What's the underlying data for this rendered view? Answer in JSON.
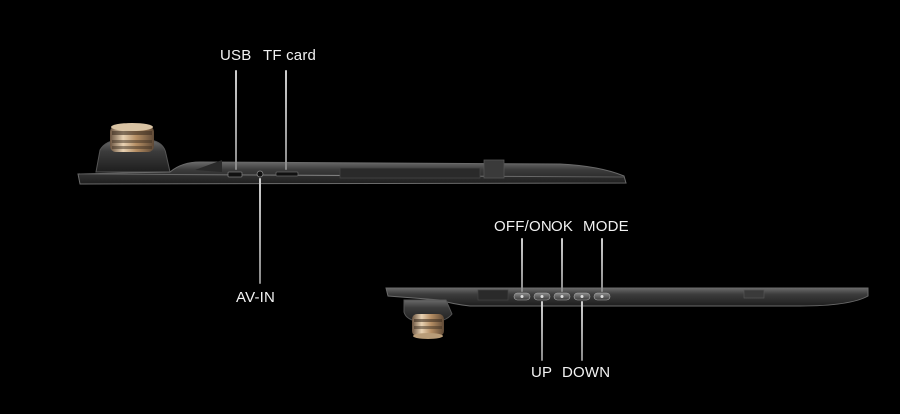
{
  "labels": {
    "usb": "USB",
    "tf_card": "TF card",
    "av_in": "AV-IN",
    "off_on": "OFF/ON",
    "ok": "OK",
    "mode": "MODE",
    "up": "UP",
    "down": "DOWN"
  },
  "colors": {
    "background": "#000000",
    "label_text": "#f2f2f2",
    "device_body": "#2e2e2e",
    "device_edge": "#6a6a6a",
    "lens_metal": "#c9a47a"
  }
}
